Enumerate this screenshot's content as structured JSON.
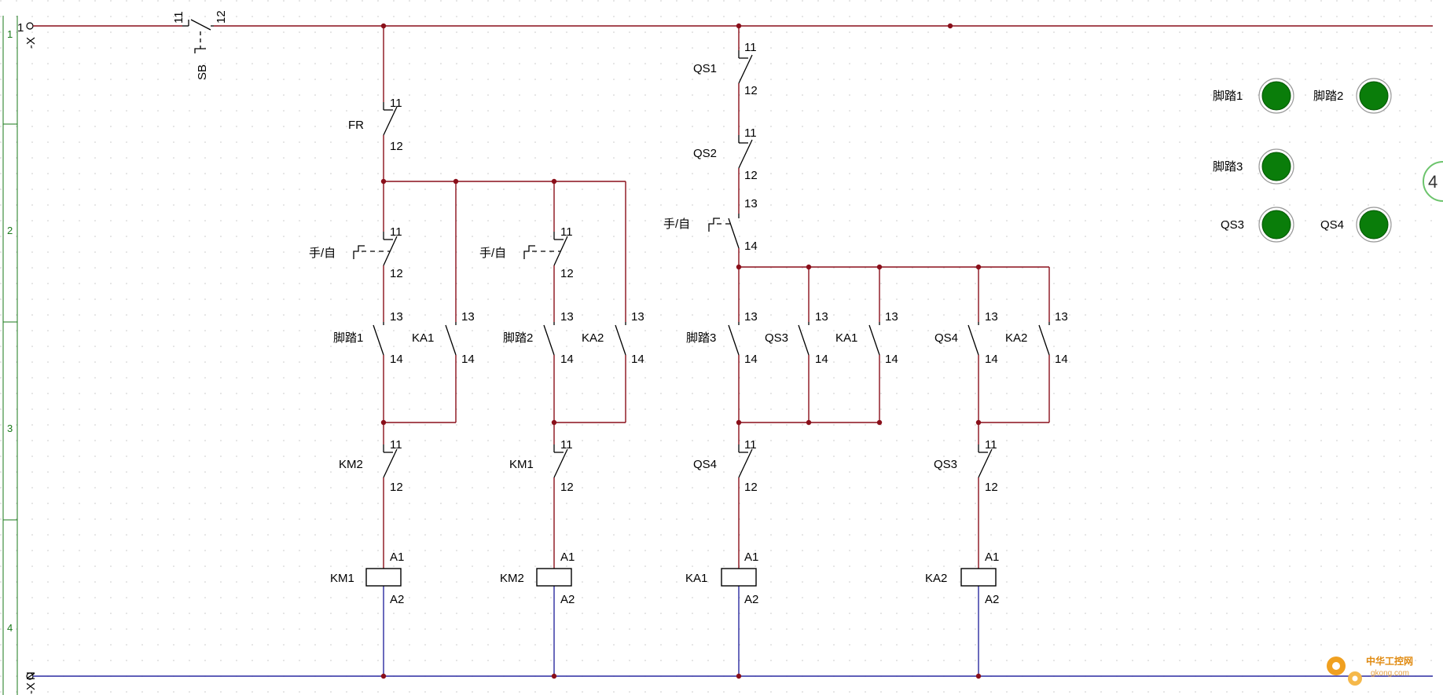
{
  "rails": {
    "top_label": "-X",
    "top_pin": "1",
    "bottom_label": "-X",
    "bottom_pin": "N"
  },
  "row_numbers": [
    "1",
    "2",
    "3",
    "4"
  ],
  "main_switch": {
    "name": "SB",
    "pin_in": "11",
    "pin_out": "12"
  },
  "branch1": {
    "fr": {
      "name": "FR",
      "pin_top": "11",
      "pin_bot": "12"
    },
    "col_a": {
      "selector": {
        "name": "手/自",
        "pin_top": "11",
        "pin_bot": "12"
      },
      "pedal": {
        "name": "脚踏1",
        "pin_top": "13",
        "pin_bot": "14"
      },
      "interlock": {
        "name": "KM2",
        "pin_top": "11",
        "pin_bot": "12"
      },
      "coil": {
        "name": "KM1",
        "pin_top": "A1",
        "pin_bot": "A2"
      }
    },
    "col_b": {
      "selector": {
        "name": "手/自",
        "pin_top": "11",
        "pin_bot": "12"
      },
      "pedal": {
        "name": "脚踏2",
        "pin_top": "13",
        "pin_bot": "14"
      },
      "interlock": {
        "name": "KM1",
        "pin_top": "11",
        "pin_bot": "12"
      },
      "coil": {
        "name": "KM2",
        "pin_top": "A1",
        "pin_bot": "A2"
      }
    },
    "ka1": {
      "name": "KA1",
      "pin_top": "13",
      "pin_bot": "14"
    },
    "ka2": {
      "name": "KA2",
      "pin_top": "13",
      "pin_bot": "14"
    }
  },
  "branch2": {
    "qs1": {
      "name": "QS1",
      "pin_top": "11",
      "pin_bot": "12"
    },
    "qs2": {
      "name": "QS2",
      "pin_top": "11",
      "pin_bot": "12"
    },
    "selector": {
      "name": "手/自",
      "pin_top": "13",
      "pin_bot": "14"
    },
    "col_c": {
      "pedal": {
        "name": "脚踏3",
        "pin_top": "13",
        "pin_bot": "14"
      },
      "par1": {
        "name": "QS3",
        "pin_top": "13",
        "pin_bot": "14"
      },
      "par2": {
        "name": "KA1",
        "pin_top": "13",
        "pin_bot": "14"
      },
      "interlock": {
        "name": "QS4",
        "pin_top": "11",
        "pin_bot": "12"
      },
      "coil": {
        "name": "KA1",
        "pin_top": "A1",
        "pin_bot": "A2"
      }
    },
    "col_d": {
      "par1": {
        "name": "QS4",
        "pin_top": "13",
        "pin_bot": "14"
      },
      "par2": {
        "name": "KA2",
        "pin_top": "13",
        "pin_bot": "14"
      },
      "interlock": {
        "name": "QS3",
        "pin_top": "11",
        "pin_bot": "12"
      },
      "coil": {
        "name": "KA2",
        "pin_top": "A1",
        "pin_bot": "A2"
      }
    }
  },
  "lamps": [
    {
      "label": "脚踏1",
      "color": "#0a7d0a"
    },
    {
      "label": "脚踏2",
      "color": "#0a7d0a"
    },
    {
      "label": "脚踏3",
      "color": "#0a7d0a"
    },
    {
      "label": "QS3",
      "color": "#0a7d0a"
    },
    {
      "label": "QS4",
      "color": "#0a7d0a"
    }
  ],
  "edge_badge": "4",
  "watermark": {
    "line1": "中华工控网",
    "line2": "gkong.com"
  }
}
